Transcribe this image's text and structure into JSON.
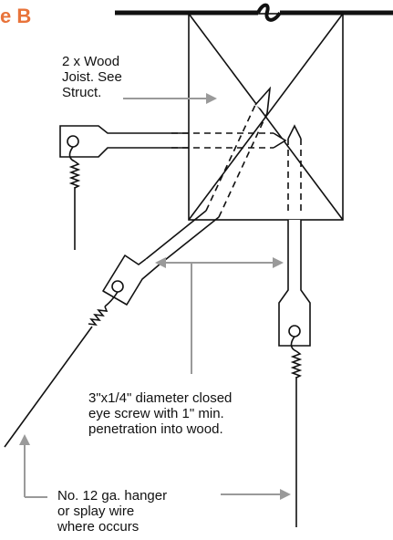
{
  "figure": {
    "label": "e B"
  },
  "callouts": {
    "joist": {
      "lines": [
        "2 x Wood",
        "Joist. See",
        "Struct."
      ]
    },
    "eye_screw": {
      "lines": [
        "3\"x1/4\" diameter closed",
        "eye screw with 1\" min.",
        "penetration into wood."
      ]
    },
    "hanger_wire": {
      "lines": [
        "No. 12 ga. hanger",
        "or splay wire",
        "where occurs"
      ]
    }
  },
  "colors": {
    "label_accent": "#e8733a",
    "line": "#111111",
    "leader": "#9a9a9a"
  }
}
